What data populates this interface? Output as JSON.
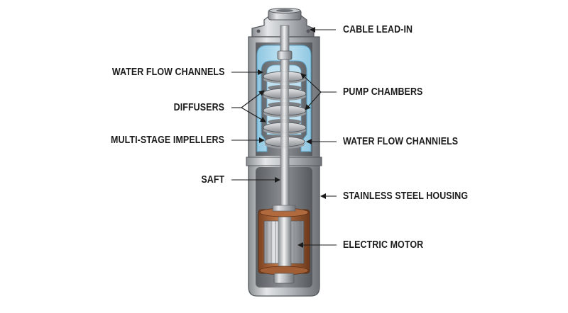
{
  "labels": {
    "cable_lead_in": "CABLE LEAD-IN",
    "water_flow_channels_left": "WATER FLOW CHANNELS",
    "pump_chambers": "PUMP CHAMBERS",
    "diffusers": "DIFFUSERS",
    "multi_stage_impellers": "MULTI-STAGE IMPELLERS",
    "water_flow_channels_right": "WATER FLOW CHANNIELS",
    "saft": "SAFT",
    "stainless_steel_housing": "STAINLESS STEEL HOUSING",
    "electric_motor": "ELECTRIC MOTOR"
  },
  "colors": {
    "steel_dark": "#7d8185",
    "steel_mid": "#a9adb1",
    "steel_light": "#dcdfe2",
    "water": "#a9d6ec",
    "copper": "#a9643a",
    "ink": "#1b1b1b"
  }
}
